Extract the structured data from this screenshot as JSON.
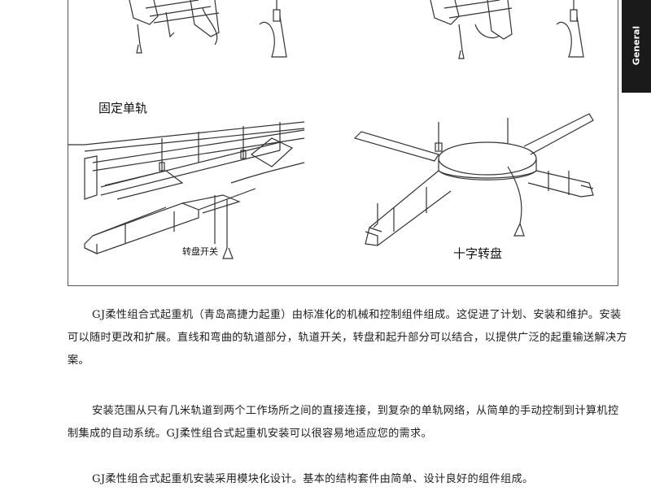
{
  "figure": {
    "label_fixed_rail": "固定单轨",
    "label_turntable_switch": "转盘开关",
    "label_cross_turntable": "十字转盘"
  },
  "side_tab": {
    "label": "General"
  },
  "paragraphs": [
    "GJ柔性组合式起重机（青岛高捷力起重）由标准化的机械和控制组件组成。这促进了计划、安装和维护。安装可以随时更改和扩展。直线和弯曲的轨道部分，轨道开关，转盘和起升部分可以结合，以提供广泛的起重输送解决方案。",
    "安装范围从只有几米轨道到两个工作场所之间的直接连接，到复杂的单轨网络，从简单的手动控制到计算机控制集成的自动系统。GJ柔性组合式起重机安装可以很容易地适应您的需求。",
    "GJ柔性组合式起重机安装采用模块化设计。基本的结构套件由简单、设计良好的组件组成。"
  ]
}
